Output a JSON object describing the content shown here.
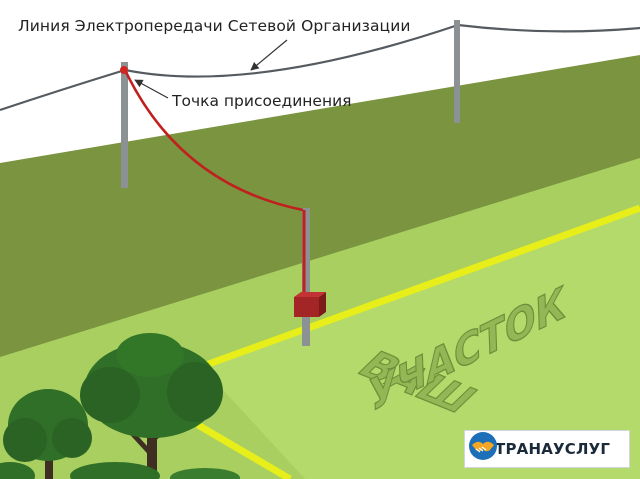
{
  "labels": {
    "power_line": "Линия Электропередачи Сетевой Организации",
    "connection_point": "Точка присоединения"
  },
  "plot_text": {
    "line1": "ВАШ",
    "line2": "УЧАСТОК"
  },
  "logo": {
    "left_word": "СТРАНА",
    "right_word": "УСЛУГ"
  },
  "colors": {
    "sky": "#ffffff",
    "far_field": "#7a9440",
    "near_field": "#a8cf60",
    "plot": "#b3da6a",
    "boundary": "#e7ee1a",
    "cable": "#c0201e",
    "pole": "#8c9194",
    "meter_box": "#a32525",
    "tree": "#2f6f27",
    "logo_blue": "#1d6fb8"
  }
}
